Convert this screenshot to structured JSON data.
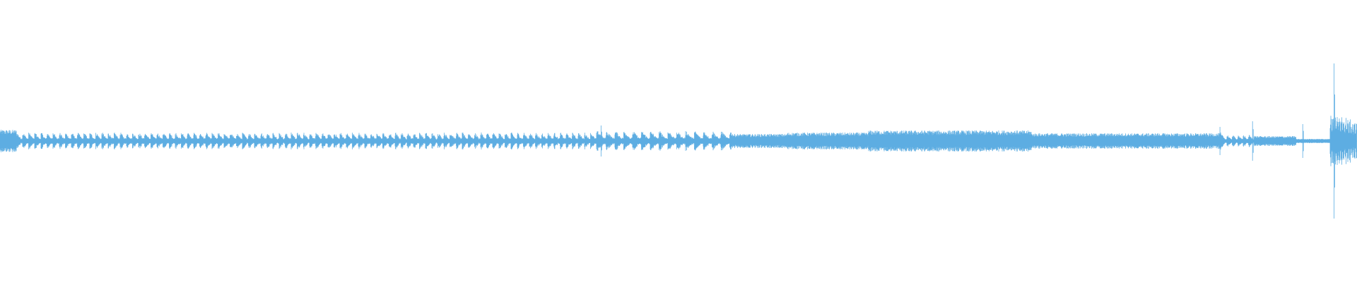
{
  "waveform": {
    "color": "#5dade2",
    "background": "#ffffff",
    "baseline_amplitude": 0.03,
    "segments": [
      {
        "from": 0.0,
        "to": 0.012,
        "amp": 0.08,
        "style": "dense"
      },
      {
        "from": 0.012,
        "to": 0.44,
        "amp": 0.06,
        "style": "pulses",
        "pulse_period": 0.0045
      },
      {
        "from": 0.44,
        "to": 0.54,
        "amp": 0.07,
        "style": "pulses",
        "pulse_period": 0.0065
      },
      {
        "from": 0.54,
        "to": 0.58,
        "amp": 0.05,
        "style": "dense"
      },
      {
        "from": 0.58,
        "to": 0.64,
        "amp": 0.06,
        "style": "dense"
      },
      {
        "from": 0.64,
        "to": 0.76,
        "amp": 0.075,
        "style": "dense"
      },
      {
        "from": 0.76,
        "to": 0.9,
        "amp": 0.055,
        "style": "dense"
      },
      {
        "from": 0.9,
        "to": 0.925,
        "amp": 0.045,
        "style": "pulses",
        "pulse_period": 0.004
      },
      {
        "from": 0.925,
        "to": 0.955,
        "amp": 0.035,
        "style": "dense"
      },
      {
        "from": 0.955,
        "to": 0.98,
        "amp": 0.015,
        "style": "dense"
      },
      {
        "from": 0.98,
        "to": 1.0,
        "amp": 0.22,
        "style": "burst"
      }
    ],
    "spikes": [
      {
        "at": 0.443,
        "amp": 0.11
      },
      {
        "at": 0.899,
        "amp": 0.1
      },
      {
        "at": 0.923,
        "amp": 0.14
      },
      {
        "at": 0.96,
        "amp": 0.12
      },
      {
        "at": 0.983,
        "amp": 0.55
      }
    ]
  }
}
